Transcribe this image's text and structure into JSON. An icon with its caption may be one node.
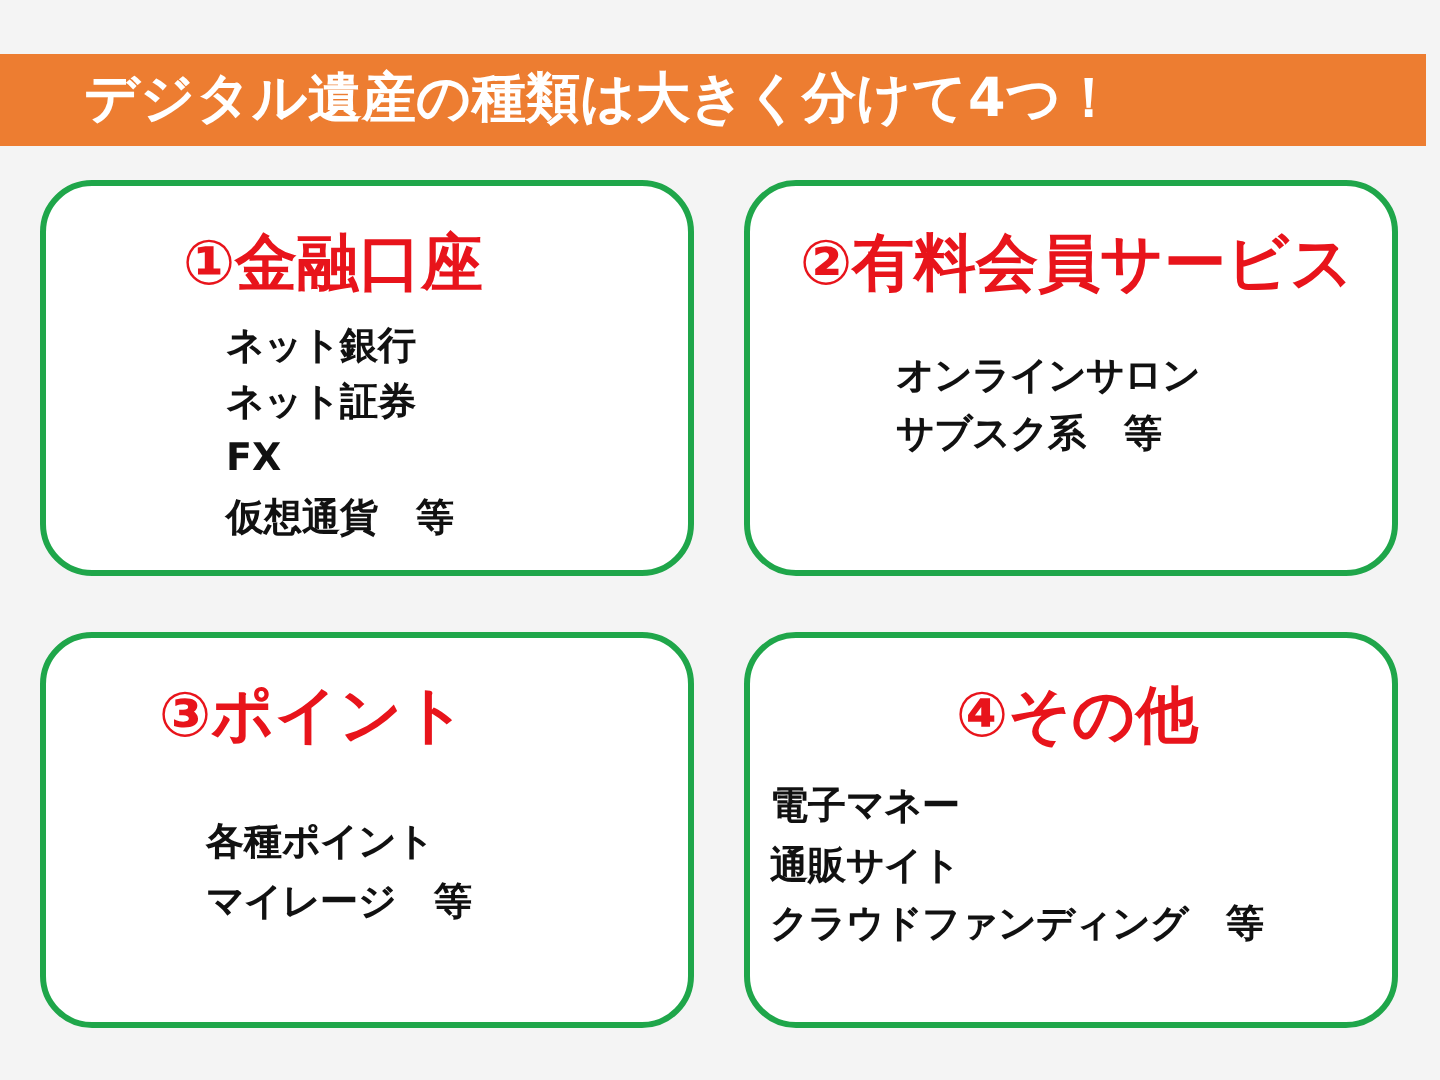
{
  "diagram": {
    "title": "デジタル遺産の種類は大きく分けて4つ！",
    "nodes": [
      {
        "text": [
          "①金融口座",
          "ネット銀行",
          "ネット証券",
          "FX",
          "仮想通貨　等"
        ]
      },
      {
        "text": [
          "②有料会員サービス",
          "オンラインサロン",
          "サブスク系　等"
        ]
      },
      {
        "text": [
          "③ポイント",
          "各種ポイント",
          "マイレージ　等"
        ]
      },
      {
        "text": [
          "④その他",
          "電子マネー",
          "通販サイト",
          "クラウドファンディング　等"
        ]
      }
    ],
    "edges": []
  }
}
